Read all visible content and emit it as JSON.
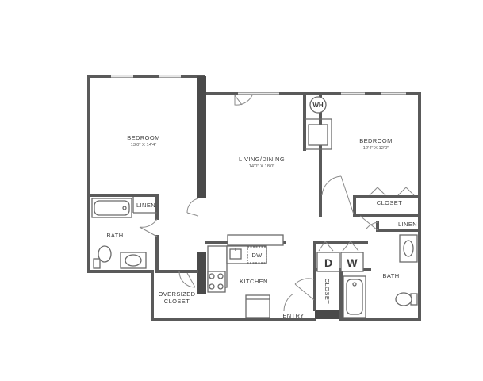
{
  "rooms": {
    "bedroom_left": {
      "name": "BEDROOM",
      "dims": "13'0\" X 14'4\""
    },
    "living_dining": {
      "name": "LIVING/DINING",
      "dims": "14'0\" X 18'0\""
    },
    "bedroom_right": {
      "name": "BEDROOM",
      "dims": "12'4\" X 12'0\""
    },
    "bath_left": {
      "name": "BATH"
    },
    "bath_right": {
      "name": "BATH"
    },
    "kitchen": {
      "name": "KITCHEN"
    }
  },
  "labels": {
    "linen_left": "LINEN",
    "linen_right": "LINEN",
    "closet_bedroom": "CLOSET",
    "closet_entry": "CLOSET",
    "oversized_closet_line1": "OVERSIZED",
    "oversized_closet_line2": "CLOSET",
    "entry": "ENTRY",
    "water_heater": "WH",
    "dishwasher": "DW",
    "dryer": "D",
    "washer": "W"
  }
}
